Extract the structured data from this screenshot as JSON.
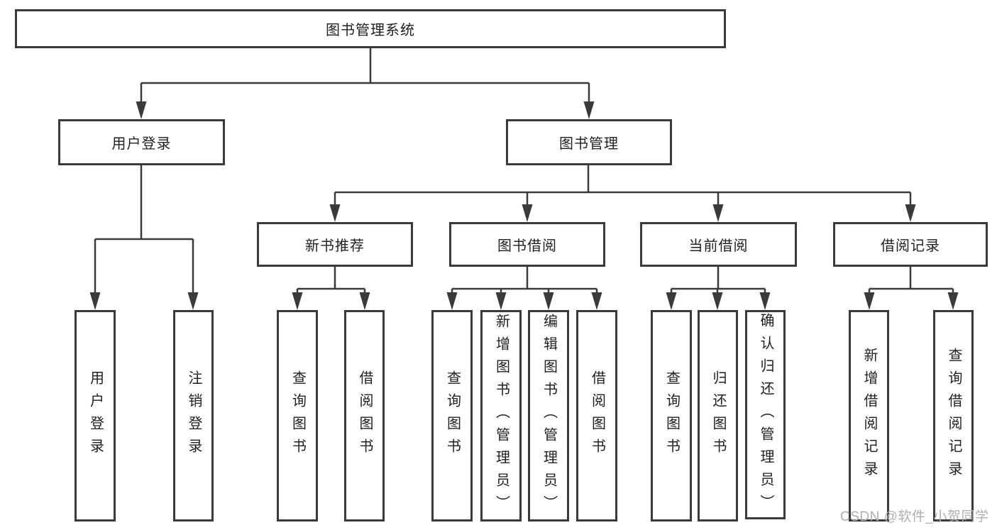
{
  "diagram": {
    "root": {
      "label": "图书管理系统"
    },
    "branches": [
      {
        "label": "用户登录",
        "children": [
          {
            "label": "用户登录"
          },
          {
            "label": "注销登录"
          }
        ]
      },
      {
        "label": "图书管理",
        "children": [
          {
            "label": "新书推荐",
            "children": [
              {
                "label": "查询图书"
              },
              {
                "label": "借阅图书"
              }
            ]
          },
          {
            "label": "图书借阅",
            "children": [
              {
                "label": "查询图书"
              },
              {
                "label": "新增图书（管理员）"
              },
              {
                "label": "编辑图书（管理员）"
              },
              {
                "label": "借阅图书"
              }
            ]
          },
          {
            "label": "当前借阅",
            "children": [
              {
                "label": "查询图书"
              },
              {
                "label": "归还图书"
              },
              {
                "label": "确认归还（管理员）"
              }
            ]
          },
          {
            "label": "借阅记录",
            "children": [
              {
                "label": "新增借阅记录"
              },
              {
                "label": "查询借阅记录"
              }
            ]
          }
        ]
      }
    ]
  },
  "watermark": {
    "text": "CSDN @软件_小贺同学"
  },
  "colors": {
    "line": "#3a3a3a",
    "text": "#1f1f1f",
    "background": "#ffffff",
    "watermark": "#b0b0b0"
  }
}
